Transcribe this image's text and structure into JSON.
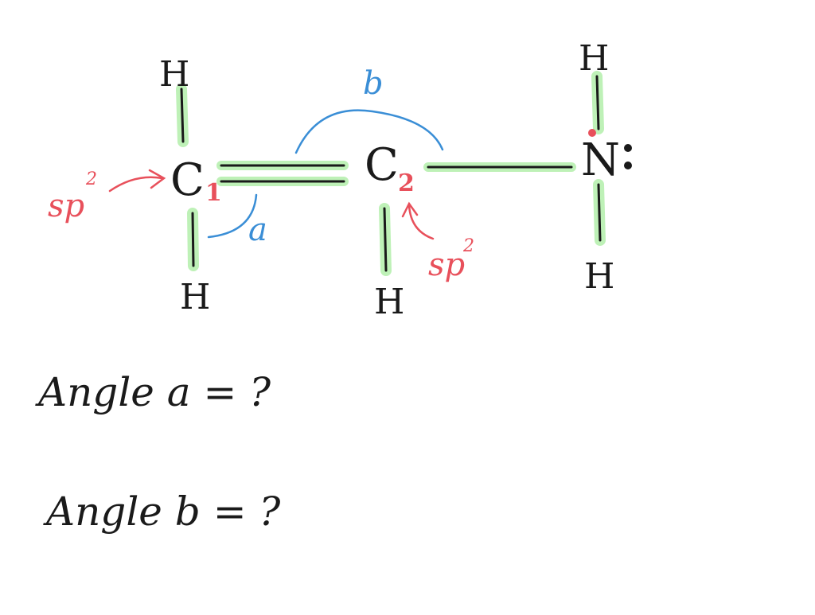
{
  "colors": {
    "ink": "#1a1a1a",
    "highlight": "#b8f0b0",
    "red": "#e8505b",
    "blue": "#3a8ed6"
  },
  "atoms": {
    "c1": "C",
    "c1_sub": "1",
    "c2": "C",
    "c2_sub": "2",
    "n": "N",
    "h_c1_top": "H",
    "h_c1_bottom": "H",
    "h_c2_bottom": "H",
    "h_n_top": "H",
    "h_n_bottom": "H"
  },
  "annotations": {
    "sp2_left": "sp",
    "sp2_left_sup": "2",
    "sp2_right": "sp",
    "sp2_right_sup": "2",
    "angle_a_label": "a",
    "angle_b_label": "b"
  },
  "questions": {
    "line1": "Angle a = ?",
    "line2": "Angle b = ?"
  }
}
